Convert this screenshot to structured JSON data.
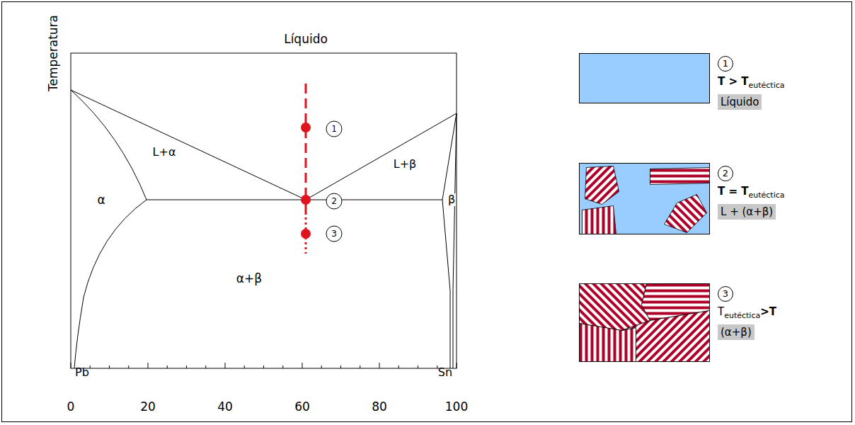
{
  "diagram": {
    "nodes": [
      {
        "text": [
          "1",
          "T > T",
          "eutéctica",
          "Líquido"
        ]
      },
      {
        "text": [
          "2",
          "T = T",
          "eutéctica",
          "L + (α+β)"
        ]
      },
      {
        "text": [
          "3",
          "T",
          "eutéctica",
          ">T",
          "(α+β)"
        ]
      }
    ],
    "labels": [
      "Temperatura",
      "Líquido",
      "L+α",
      "L+β",
      "α",
      "β",
      "α+β",
      "1",
      "2",
      "3",
      "Pb",
      "Sn",
      "0",
      "20",
      "40",
      "60",
      "80",
      "100"
    ]
  }
}
